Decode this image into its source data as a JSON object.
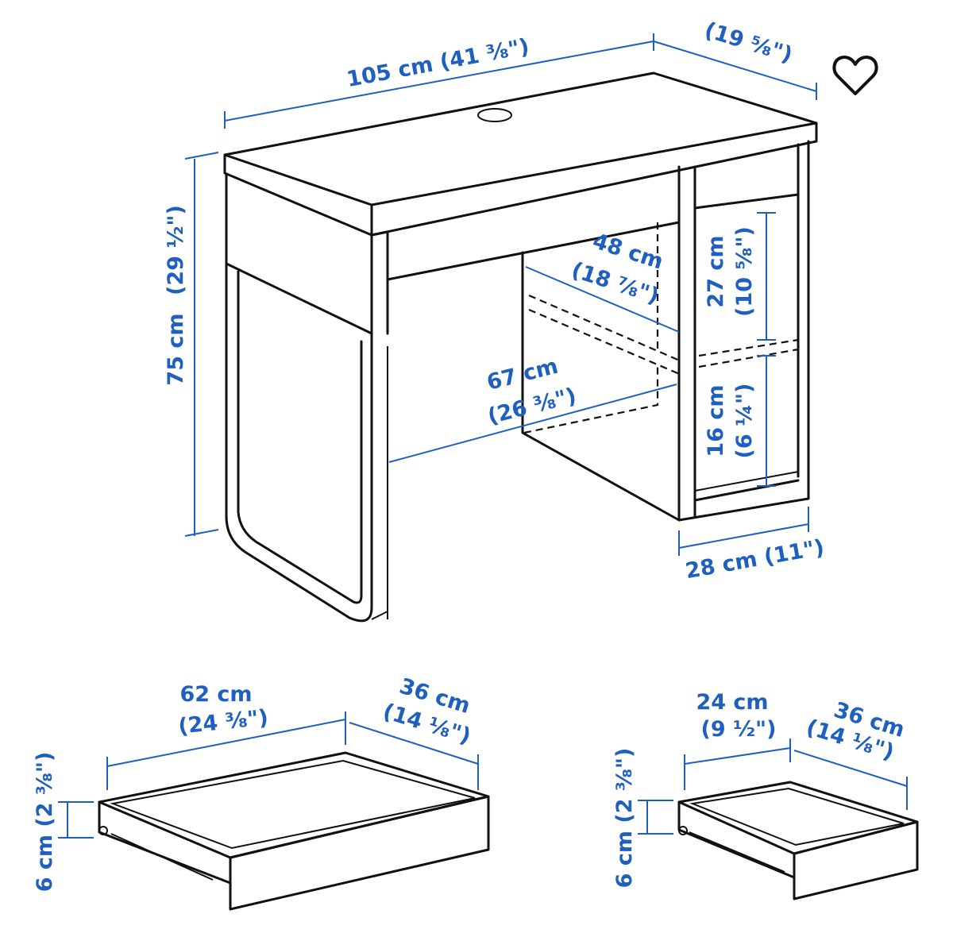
{
  "ui": {
    "favorite_icon": "heart-outline-icon",
    "dimension_color": "#1f5fbf"
  },
  "desk": {
    "width": "105 cm (41 ⅜\")",
    "depth": "(19 ⅝\")",
    "height_cm": "75 cm",
    "height_in": "(29 ½\")",
    "inner_depth_cm": "48 cm",
    "inner_depth_in": "(18 ⅞\")",
    "legroom_cm": "67 cm",
    "legroom_in": "(26 ⅜\")",
    "upper_compartment_cm": "27 cm",
    "upper_compartment_in": "(10 ⅝\")",
    "lower_compartment_cm": "16 cm",
    "lower_compartment_in": "(6 ¼\")",
    "cabinet_width": "28 cm (11\")"
  },
  "large_drawer": {
    "width_cm": "62 cm",
    "width_in": "(24 ⅜\")",
    "depth_cm": "36 cm",
    "depth_in": "(14 ⅛\")",
    "height": "6 cm (2 ⅜\")"
  },
  "small_drawer": {
    "width_cm": "24 cm",
    "width_in": "(9 ½\")",
    "depth_cm": "36 cm",
    "depth_in": "(14 ⅛\")",
    "height": "6 cm (2 ⅜\")"
  }
}
